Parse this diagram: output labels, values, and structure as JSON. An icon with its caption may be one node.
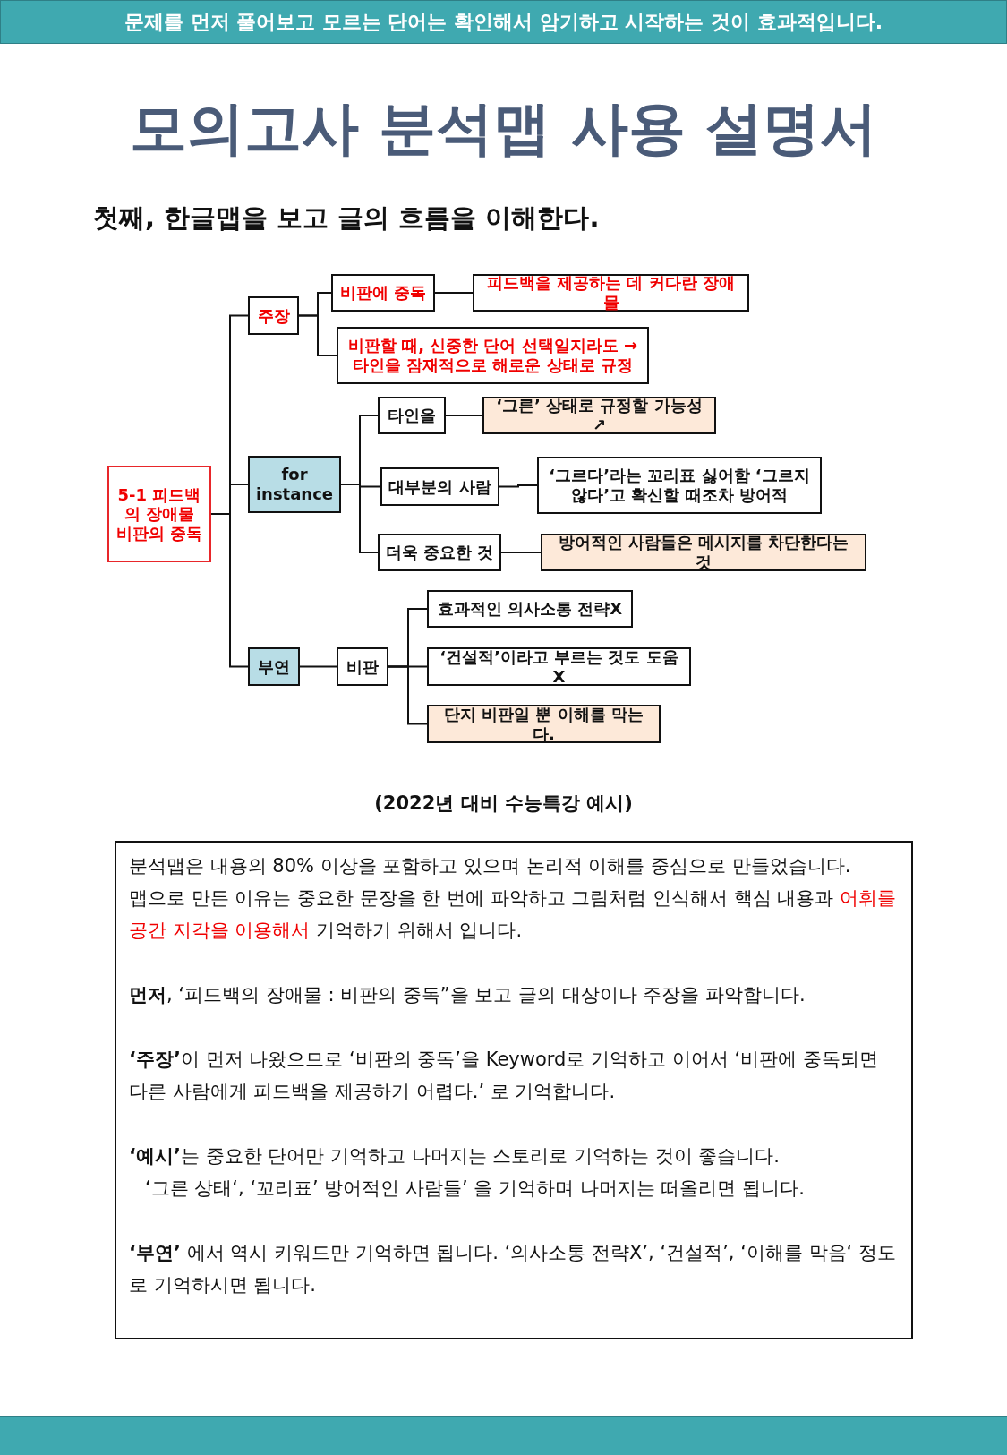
{
  "diagram": {
    "title": "모의고사 분석맵 사용 설명서",
    "caption": "(2022년 대비 수능특강 예시)",
    "nodes": [
      {
        "text": [
          "5-1 피드백의 장애물 비판의 중독"
        ]
      },
      {
        "text": [
          "주장"
        ]
      },
      {
        "text": [
          "비판에 중독"
        ]
      },
      {
        "text": [
          "피드백을 제공하는 데 커다란 장애물"
        ]
      },
      {
        "text": [
          "비판할 때, 신중한 단어 선택일지라도 → 타인을 잠재적으로 해로운 상태로 규정"
        ]
      },
      {
        "text": [
          "for instance"
        ]
      },
      {
        "text": [
          "타인을"
        ]
      },
      {
        "text": [
          "‘그른’ 상태로 규정할 가능성↗"
        ]
      },
      {
        "text": [
          "대부분의 사람"
        ]
      },
      {
        "text": [
          "‘그르다’라는 꼬리표 싫어함 ‘그르지 않다’고 확신할 때조차 방어적"
        ]
      },
      {
        "text": [
          "더욱 중요한 것"
        ]
      },
      {
        "text": [
          "방어적인 사람들은 메시지를 차단한다는 것"
        ]
      },
      {
        "text": [
          "부연"
        ]
      },
      {
        "text": [
          "비판"
        ]
      },
      {
        "text": [
          "효과적인 의사소통 전략X"
        ]
      },
      {
        "text": [
          "‘건설적’이라고 부르는 것도 도움X"
        ]
      },
      {
        "text": [
          "단지 비판일 뿐 이해를 막는다."
        ]
      }
    ],
    "edges": [
      {
        "from": 0,
        "to": 1,
        "arrow": "none"
      },
      {
        "from": 0,
        "to": 5,
        "arrow": "none"
      },
      {
        "from": 0,
        "to": 12,
        "arrow": "none"
      },
      {
        "from": 1,
        "to": 2,
        "arrow": "none"
      },
      {
        "from": 1,
        "to": 4,
        "arrow": "none"
      },
      {
        "from": 2,
        "to": 3,
        "arrow": "none"
      },
      {
        "from": 5,
        "to": 6,
        "arrow": "none"
      },
      {
        "from": 5,
        "to": 8,
        "arrow": "none"
      },
      {
        "from": 5,
        "to": 10,
        "arrow": "none"
      },
      {
        "from": 6,
        "to": 7,
        "arrow": "none"
      },
      {
        "from": 8,
        "to": 9,
        "arrow": "none"
      },
      {
        "from": 10,
        "to": 11,
        "arrow": "none"
      },
      {
        "from": 12,
        "to": 13,
        "arrow": "none"
      },
      {
        "from": 13,
        "to": 14,
        "arrow": "none"
      },
      {
        "from": 13,
        "to": 15,
        "arrow": "none"
      },
      {
        "from": 13,
        "to": 16,
        "arrow": "none"
      }
    ],
    "labels": [
      "문제를 먼저 풀어보고 모르는 단어는 확인해서 암기하고 시작하는 것이 효과적입니다.",
      "첫째, 한글맵을 보고 글의 흐름을 이해한다.",
      "분석맵은  내용의 80% 이상을 포함하고 있으며 논리적 이해를 중심으로 만들었습니다.",
      "맵으로 만든 이유는 중요한 문장을 한 번에 파악하고 그림처럼 인식해서 핵심 내용과",
      "어휘를 공간 지각을 이용해서",
      "기억하기 위해서 입니다.",
      "**먼저**, ‘피드백의 장애물 : 비판의 중독”을 보고 글의 대상이나 주장을 파악합니다.",
      "**‘주장’**이 먼저 나왔으므로 ‘비판의 중독’을 Keyword로 기억하고 이어서 ‘비판에 중독되면 다른 사람에게 피드백을 제공하기 어렵다.’ 로 기억합니다.",
      "**‘예시’**는 중요한 단어만 기억하고 나머지는 스토리로 기억하는 것이 좋습니다.",
      "‘그른 상태‘, ‘꼬리표’ 방어적인 사람들’ 을 기억하며 나머지는 떠올리면 됩니다.",
      "**‘부연’** 에서 역시 키워드만 기억하면 됩니다. ‘의사소통 전략X’, ‘건설적’, ‘이해를 막음‘ 정도로 기억하시면 됩니다."
    ]
  }
}
